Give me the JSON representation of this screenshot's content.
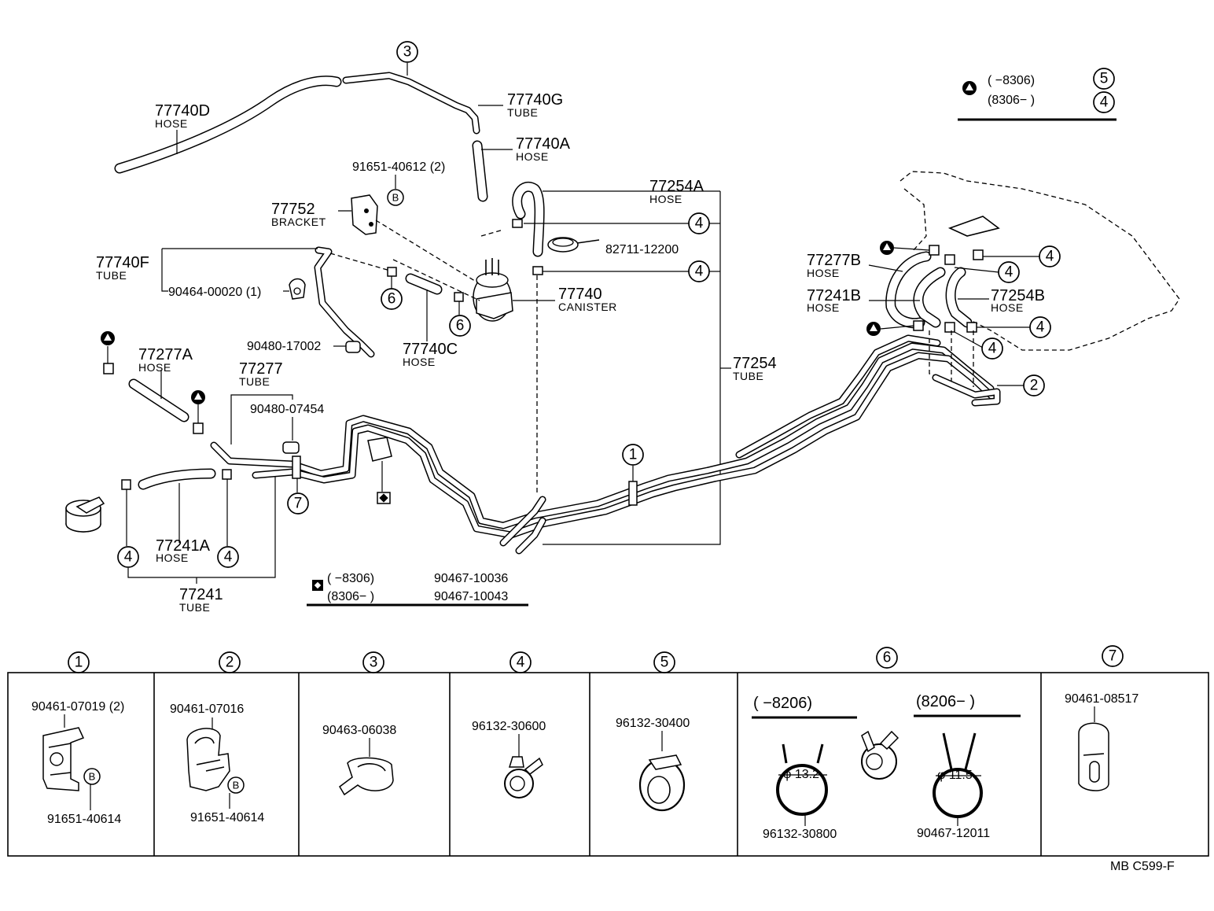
{
  "labels": {
    "p77740D": "77740D",
    "p77740D_sub": "HOSE",
    "p77740G": "77740G",
    "p77740G_sub": "TUBE",
    "p77740A": "77740A",
    "p77740A_sub": "HOSE",
    "p91651_40612": "91651-40612 (2)",
    "p77752": "77752",
    "p77752_sub": "BRACKET",
    "p77254A": "77254A",
    "p77254A_sub": "HOSE",
    "p82711": "82711-12200",
    "p77740F": "77740F",
    "p77740F_sub": "TUBE",
    "p90464": "90464-00020 (1)",
    "p77740": "77740",
    "p77740_sub": "CANISTER",
    "p77740C": "77740C",
    "p77740C_sub": "HOSE",
    "p90480_17002": "90480-17002",
    "p77277A": "77277A",
    "p77277A_sub": "HOSE",
    "p77277": "77277",
    "p77277_sub": "TUBE",
    "p90480_07454": "90480-07454",
    "p77254": "77254",
    "p77254_sub": "TUBE",
    "p77277B": "77277B",
    "p77277B_sub": "HOSE",
    "p77241B": "77241B",
    "p77241B_sub": "HOSE",
    "p77254B": "77254B",
    "p77254B_sub": "HOSE",
    "p77241A": "77241A",
    "p77241A_sub": "HOSE",
    "p77241": "77241",
    "p77241_sub": "TUBE",
    "footer_code": "MB  C599-F"
  },
  "legend_triangle": {
    "row1_range": "(        −8306)",
    "row1_ref": "5",
    "row2_range": "(8306−        )",
    "row2_ref": "4"
  },
  "legend_square": {
    "row1_range": "(        −8306)",
    "row1_part": "90467-10036",
    "row2_range": "(8306−        )",
    "row2_part": "90467-10043"
  },
  "callouts": [
    "1",
    "2",
    "3",
    "4",
    "5",
    "6",
    "7"
  ],
  "bolt_marker": "B",
  "table": [
    {
      "ref": "1",
      "parts": [
        "90461-07019 (2)",
        "91651-40614"
      ]
    },
    {
      "ref": "2",
      "parts": [
        "90461-07016",
        "91651-40614"
      ]
    },
    {
      "ref": "3",
      "parts": [
        "90463-06038"
      ]
    },
    {
      "ref": "4",
      "parts": [
        "96132-30600"
      ]
    },
    {
      "ref": "5",
      "parts": [
        "96132-30400"
      ]
    },
    {
      "ref": "6",
      "left_range": "(        −8206)",
      "right_range": "(8206−          )",
      "left_part": "96132-30800",
      "right_part": "90467-12011",
      "left_dia": "φ 13.2",
      "right_dia": "φ 11.5"
    },
    {
      "ref": "7",
      "parts": [
        "90461-08517"
      ]
    }
  ]
}
